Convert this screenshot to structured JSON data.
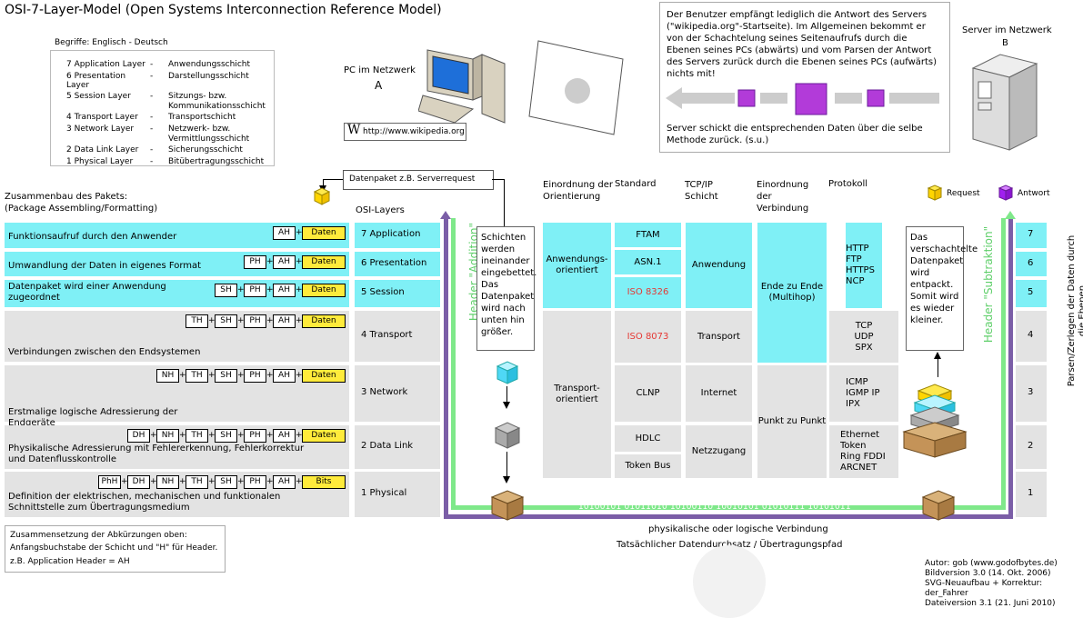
{
  "title": "OSI-7-Layer-Model (Open Systems Interconnection Reference Model)",
  "glossary": {
    "heading": "Begriffe: Englisch - Deutsch",
    "rows": [
      {
        "en": "7 Application Layer",
        "dash": "-",
        "de": "Anwendungsschicht"
      },
      {
        "en": "6 Presentation Layer",
        "dash": "-",
        "de": "Darstellungsschicht"
      },
      {
        "en": "5 Session Layer",
        "dash": "-",
        "de": "Sitzungs- bzw. Kommunikationsschicht"
      },
      {
        "en": "4 Transport Layer",
        "dash": "-",
        "de": "Transportschicht"
      },
      {
        "en": "3 Network Layer",
        "dash": "-",
        "de": "Netzwerk- bzw. Vermittlungsschicht"
      },
      {
        "en": "2 Data Link Layer",
        "dash": "-",
        "de": "Sicherungsschicht"
      },
      {
        "en": "1 Physical Layer",
        "dash": "-",
        "de": "Bitübertragungsschicht"
      }
    ]
  },
  "pc": {
    "label": "PC im Netzwerk",
    "sub": "A",
    "url": "http://www.wikipedia.org",
    "wiki_w": "W"
  },
  "server": {
    "label": "Server im Netzwerk",
    "sub": "B"
  },
  "info_box": {
    "text": "Der Benutzer empfängt lediglich die Antwort des Servers (\"wikipedia.org\"-Startseite). Im Allgemeinen bekommt er von der Schachtelung seines Seitenaufrufs durch die Ebenen seines PCs (abwärts) und vom Parsen der Antwort des Servers zurück durch die Ebenen seines PCs (aufwärts) nichts mit!",
    "bottom": "Server schickt die entsprechenden Daten über die selbe Methode zurück. (s.u.)"
  },
  "datenpaket": "Datenpaket z.B. Serverrequest",
  "assembly": {
    "title": "Zusammenbau des Pakets:",
    "sub": "(Package Assembling/Formatting)"
  },
  "osi_header": "OSI-Layers",
  "columns": {
    "einordnung_orient": "Einordnung der Orientierung",
    "standard": "Standard",
    "tcpip": "TCP/IP Schicht",
    "einordnung_verb": "Einordnung der Verbindung",
    "protokoll": "Protokoll"
  },
  "legend": {
    "request": "Request",
    "antwort": "Antwort"
  },
  "layers": [
    {
      "desc": "Funktionsaufruf durch den Anwender",
      "osi": "7 Application",
      "num": "7",
      "headers": [
        "AH"
      ],
      "payload": "Daten"
    },
    {
      "desc": "Umwandlung der Daten in eigenes Format",
      "osi": "6 Presentation",
      "num": "6",
      "headers": [
        "PH",
        "AH"
      ],
      "payload": "Daten"
    },
    {
      "desc": "Datenpaket wird einer Anwendung zugeordnet",
      "osi": "5 Session",
      "num": "5",
      "headers": [
        "SH",
        "PH",
        "AH"
      ],
      "payload": "Daten"
    },
    {
      "desc": "Verbindungen zwischen den Endsystemen",
      "osi": "4 Transport",
      "num": "4",
      "headers": [
        "TH",
        "SH",
        "PH",
        "AH"
      ],
      "payload": "Daten"
    },
    {
      "desc": "Erstmalige logische Adressierung der Endgeräte",
      "osi": "3 Network",
      "num": "3",
      "headers": [
        "NH",
        "TH",
        "SH",
        "PH",
        "AH"
      ],
      "payload": "Daten"
    },
    {
      "desc": "Physikalische Adressierung mit Fehlererkennung, Fehlerkorrektur und Datenflusskontrolle",
      "osi": "2 Data Link",
      "num": "2",
      "headers": [
        "DH",
        "NH",
        "TH",
        "SH",
        "PH",
        "AH"
      ],
      "payload": "Daten"
    },
    {
      "desc": "Definition der elektrischen, mechanischen und funktionalen Schnittstelle zum Übertragungsmedium",
      "osi": "1 Physical",
      "num": "1",
      "headers": [
        "PhH",
        "DH",
        "NH",
        "TH",
        "SH",
        "PH",
        "AH"
      ],
      "payload": "Bits"
    }
  ],
  "left_note": "Schichten werden ineinander eingebettet. Das Datenpaket wird nach unten hin größer.",
  "right_note": "Das verschachtelte Datenpaket wird entpackt. Somit wird es wieder kleiner.",
  "header_addition": "Header \"Addition\"",
  "header_subtraktion": "Header \"Subtraktion\"",
  "table": {
    "orient_app": "Anwendungs-orientiert",
    "orient_trans": "Transport-orientiert",
    "std": [
      "FTAM",
      "ASN.1",
      "ISO 8326",
      "ISO 8073",
      "CLNP",
      "HDLC",
      "Token Bus"
    ],
    "tcp": [
      "Anwendung",
      "Transport",
      "Internet",
      "Netzzugang"
    ],
    "verb_e2e": "Ende zu Ende (Multihop)",
    "verb_p2p": "Punkt zu Punkt",
    "proto_app": "HTTP FTP HTTPS NCP",
    "proto_trans": "TCP UDP SPX",
    "proto_net": "ICMP IGMP IP IPX",
    "proto_link": "Ethernet Token Ring FDDI ARCNET"
  },
  "bits": "10100101 01011010 10100110 10010101 01010111 10101011",
  "conn1": "physikalische oder logische Verbindung",
  "conn2": "Tatsächlicher Datendurchsatz / Übertragungspfad",
  "parsen": "Parsen/Zerlegen der Daten durch die Ebenen",
  "abbr": {
    "l1": "Zusammensetzung der Abkürzungen oben:",
    "l2": "Anfangsbuchstabe der Schicht und \"H\" für Header.",
    "l3": "z.B. Application Header = AH"
  },
  "credits": [
    "Autor: gob (www.godofbytes.de)",
    "Bildversion 3.0 (14. Okt. 2006)",
    "SVG-Neuaufbau + Korrektur: der_Fahrer",
    "Dateiversion 3.1 (21. Juni 2010)"
  ],
  "colors": {
    "cyan": "#7ff0f6",
    "gray": "#e3e3e3",
    "yellow": "#ffeb3b",
    "green": "#7fe88a",
    "purple": "#7b5ea7",
    "magenta": "#a020f0"
  }
}
